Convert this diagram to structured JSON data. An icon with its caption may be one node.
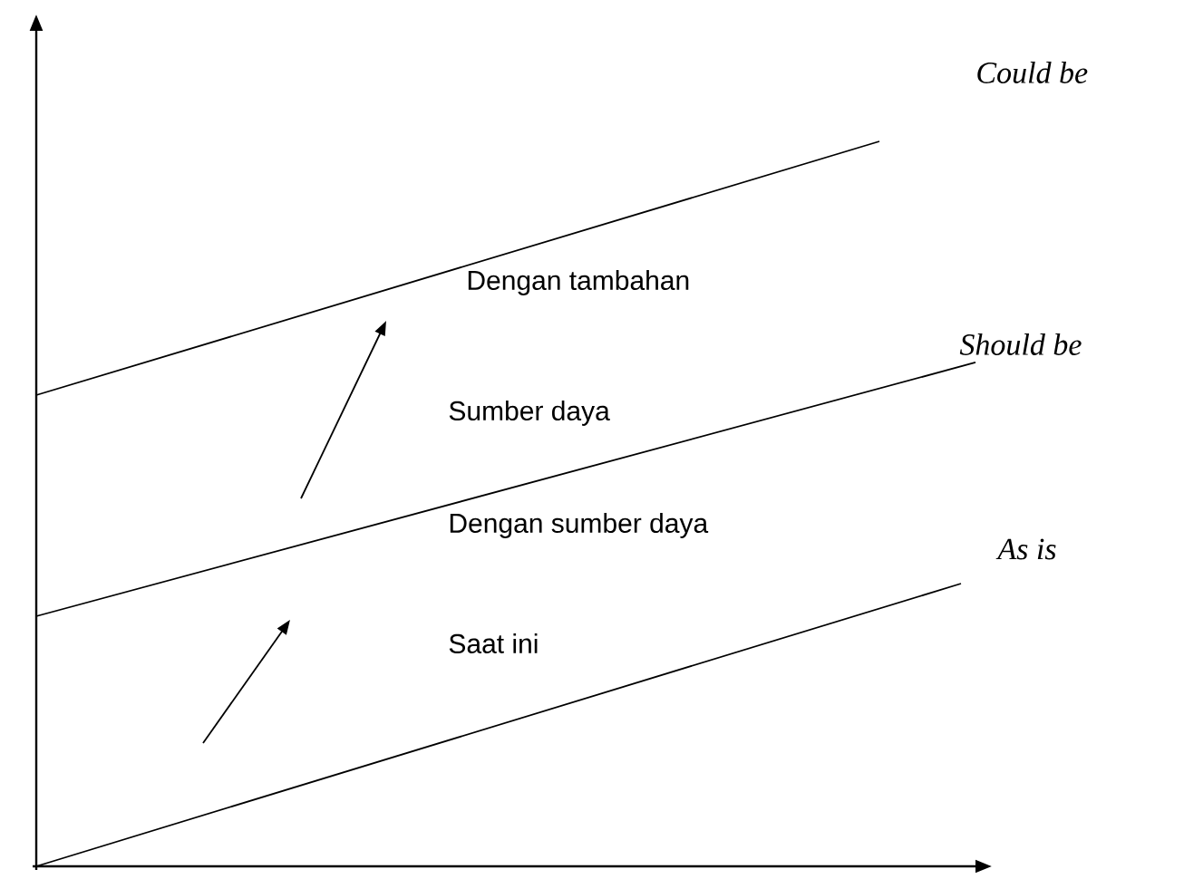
{
  "diagram": {
    "labels": [
      "Could be",
      "Dengan tambahan",
      "Should be",
      "Sumber daya",
      "Dengan sumber daya",
      "As is",
      "Saat ini"
    ]
  }
}
